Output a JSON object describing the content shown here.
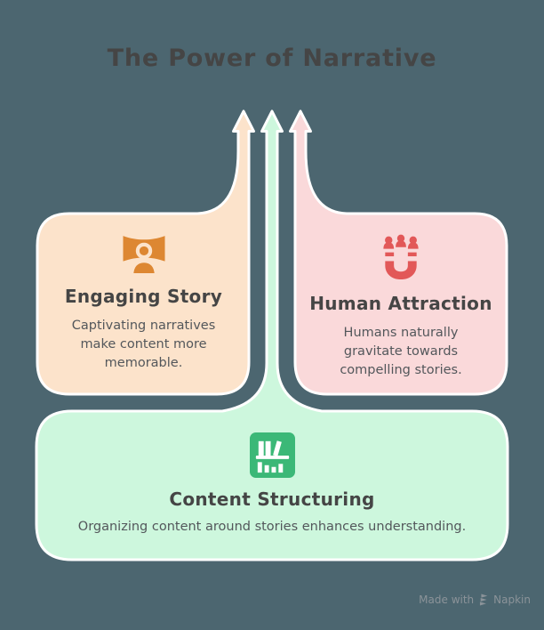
{
  "title": "The Power of Narrative",
  "cards": [
    {
      "id": "engaging-story",
      "title": "Engaging Story",
      "body": "Captivating narratives make content more memorable.",
      "icon": "audience-screen-icon",
      "bg_color": "#FCE3CB",
      "accent_color": "#DD8732"
    },
    {
      "id": "human-attraction",
      "title": "Human Attraction",
      "body": "Humans naturally gravitate towards compelling stories.",
      "icon": "magnet-people-icon",
      "bg_color": "#FAD9DA",
      "accent_color": "#E25858"
    },
    {
      "id": "content-structuring",
      "title": "Content Structuring",
      "body": "Organizing content around stories enhances understanding.",
      "icon": "bookshelf-icon",
      "bg_color": "#CDF7DD",
      "accent_color": "#3BB877"
    }
  ],
  "colors": {
    "background": "#4C6670",
    "outline": "#FFFFFF",
    "title_text": "#454545",
    "body_text": "#53575B",
    "watermark_text": "#8B9399"
  },
  "watermark": {
    "prefix": "Made with",
    "brand": "Napkin"
  }
}
